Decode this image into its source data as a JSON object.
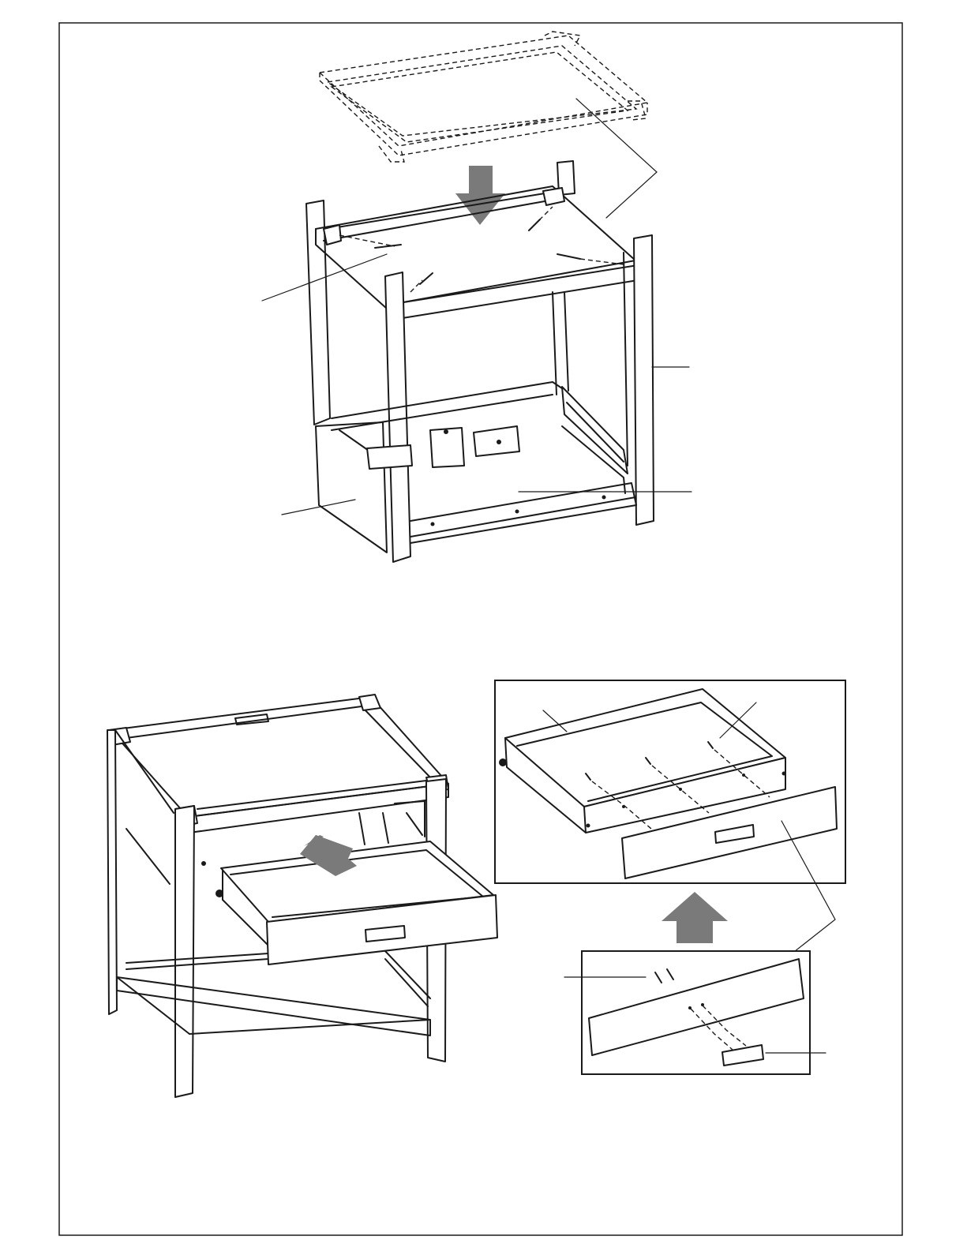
{
  "page": {
    "title": "",
    "border_color": "#1a1a1a",
    "arrow_color": "#7a7a7a"
  },
  "figures": {
    "top_assembly": {
      "name": "",
      "parts": [
        "top-frame",
        "leg-frame",
        "shelf",
        "drawer-slides",
        "screws"
      ]
    },
    "finished_table": {
      "name": "",
      "parts": [
        "table-top",
        "drawer",
        "legs",
        "bottom-shelf"
      ]
    },
    "drawer_inset": {
      "name": "",
      "parts": [
        "drawer-box",
        "drawer-front",
        "screws"
      ]
    },
    "front_inset": {
      "name": "",
      "parts": [
        "drawer-front",
        "handle",
        "screws"
      ]
    }
  },
  "callouts": []
}
